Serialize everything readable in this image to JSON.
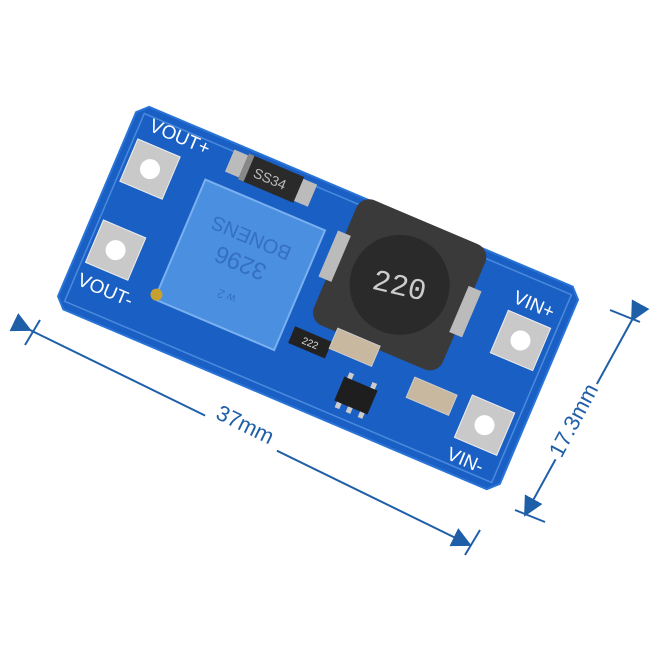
{
  "board": {
    "labels": {
      "vout_plus": "VOUT+",
      "vout_minus": "VOUT-",
      "vin_plus": "VIN+",
      "vin_minus": "VIN-"
    },
    "diode_marking": "SS34",
    "inductor_marking": "220",
    "potentiometer": {
      "model": "3296",
      "brand": "BONENS",
      "code": "w 2"
    },
    "resistor_marking": "222",
    "colors": {
      "pcb": "#1a5fc4",
      "pot": "#4a8fe0",
      "pad": "#c9c9c9",
      "dimension": "#1f5fa8"
    }
  },
  "dimensions": {
    "length": "37mm",
    "width": "17.3mm"
  }
}
